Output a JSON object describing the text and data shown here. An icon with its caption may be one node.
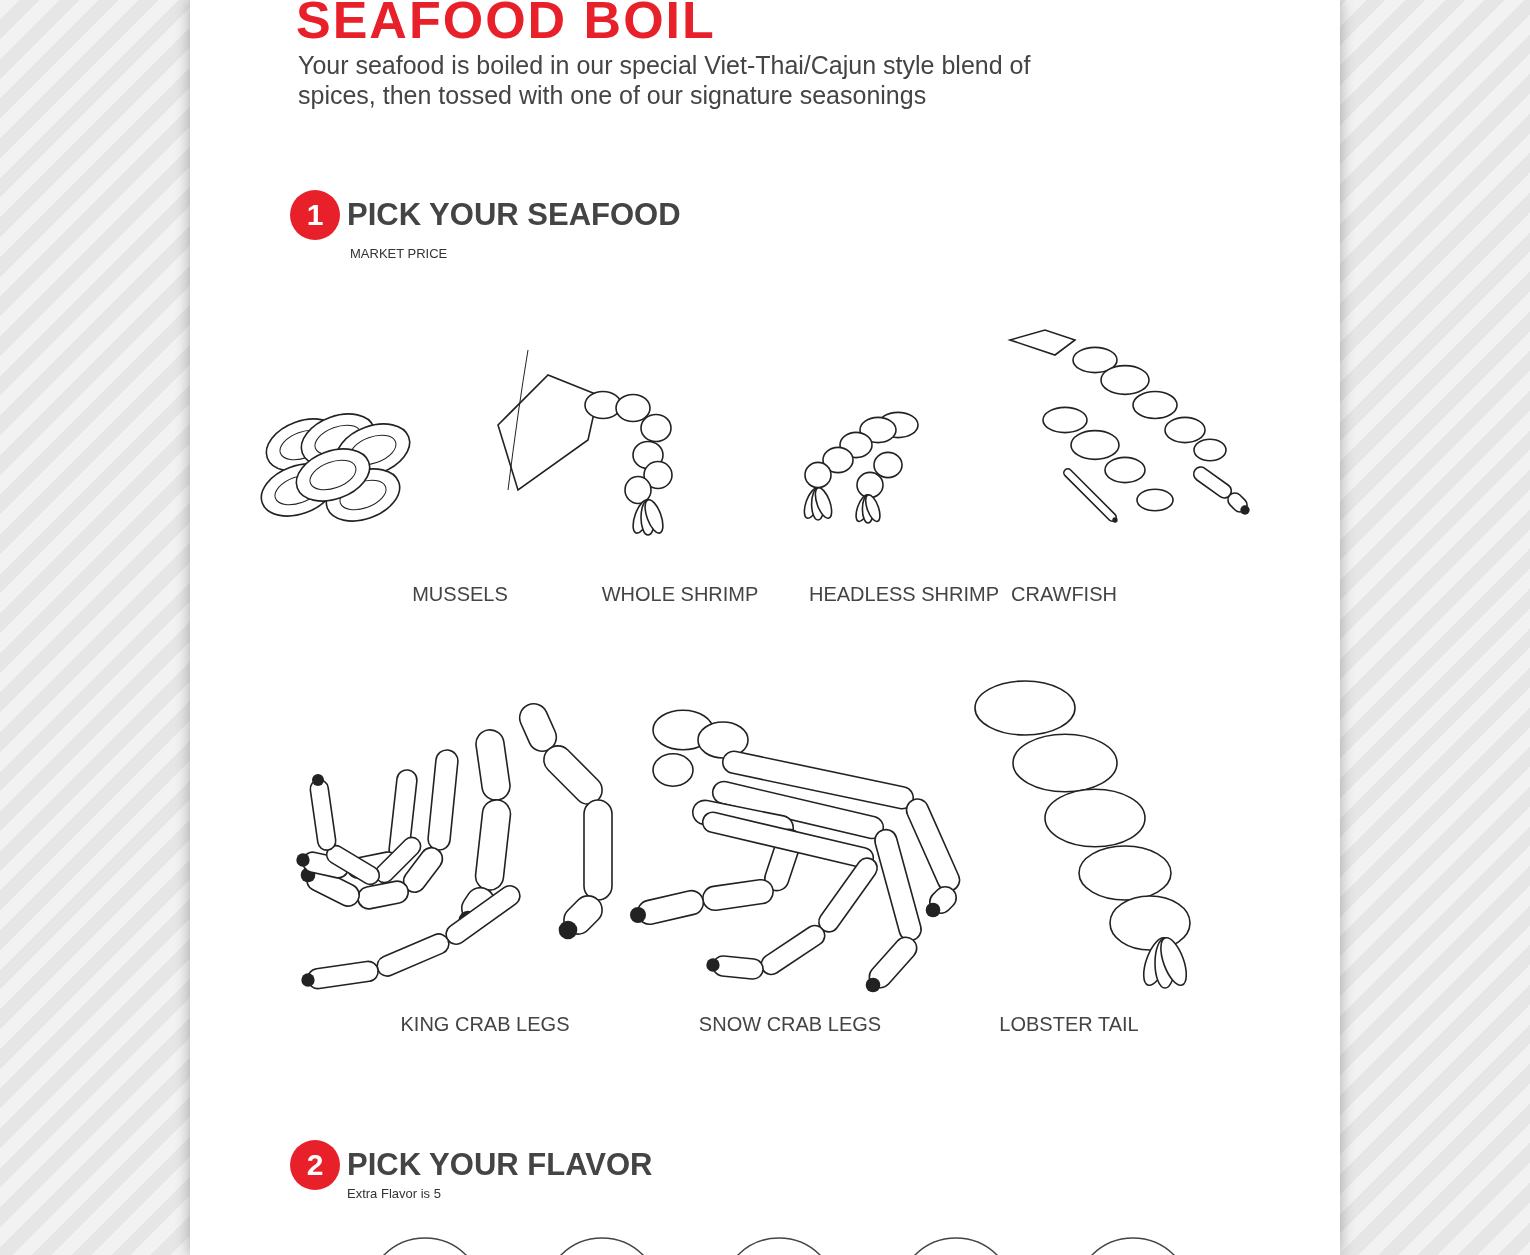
{
  "diagram": {
    "title": "SEAFOOD BOIL",
    "nodes": [
      {
        "text": [
          "1"
        ]
      },
      {
        "text": [
          "MUSSELS"
        ]
      },
      {
        "text": [
          "WHOLE SHRIMP"
        ]
      },
      {
        "text": [
          "HEADLESS SHRIMP"
        ]
      },
      {
        "text": [
          "CRAWFISH"
        ]
      },
      {
        "text": [
          "KING CRAB LEGS"
        ]
      },
      {
        "text": [
          "SNOW CRAB LEGS"
        ]
      },
      {
        "text": [
          "LOBSTER TAIL"
        ]
      },
      {
        "text": [
          "2"
        ]
      },
      {
        "text": [],
        "shape": "circle"
      },
      {
        "text": [],
        "shape": "circle"
      },
      {
        "text": [],
        "shape": "circle"
      },
      {
        "text": [],
        "shape": "circle"
      },
      {
        "text": [],
        "shape": "circle"
      }
    ],
    "labels": [
      "Your seafood is boiled in our special Viet-Thai/Cajun style blend of spices, then tossed with one of our signature seasonings",
      "PICK YOUR SEAFOOD",
      "MARKET PRICE",
      "PICK YOUR FLAVOR",
      "Extra Flavor is 5"
    ]
  }
}
